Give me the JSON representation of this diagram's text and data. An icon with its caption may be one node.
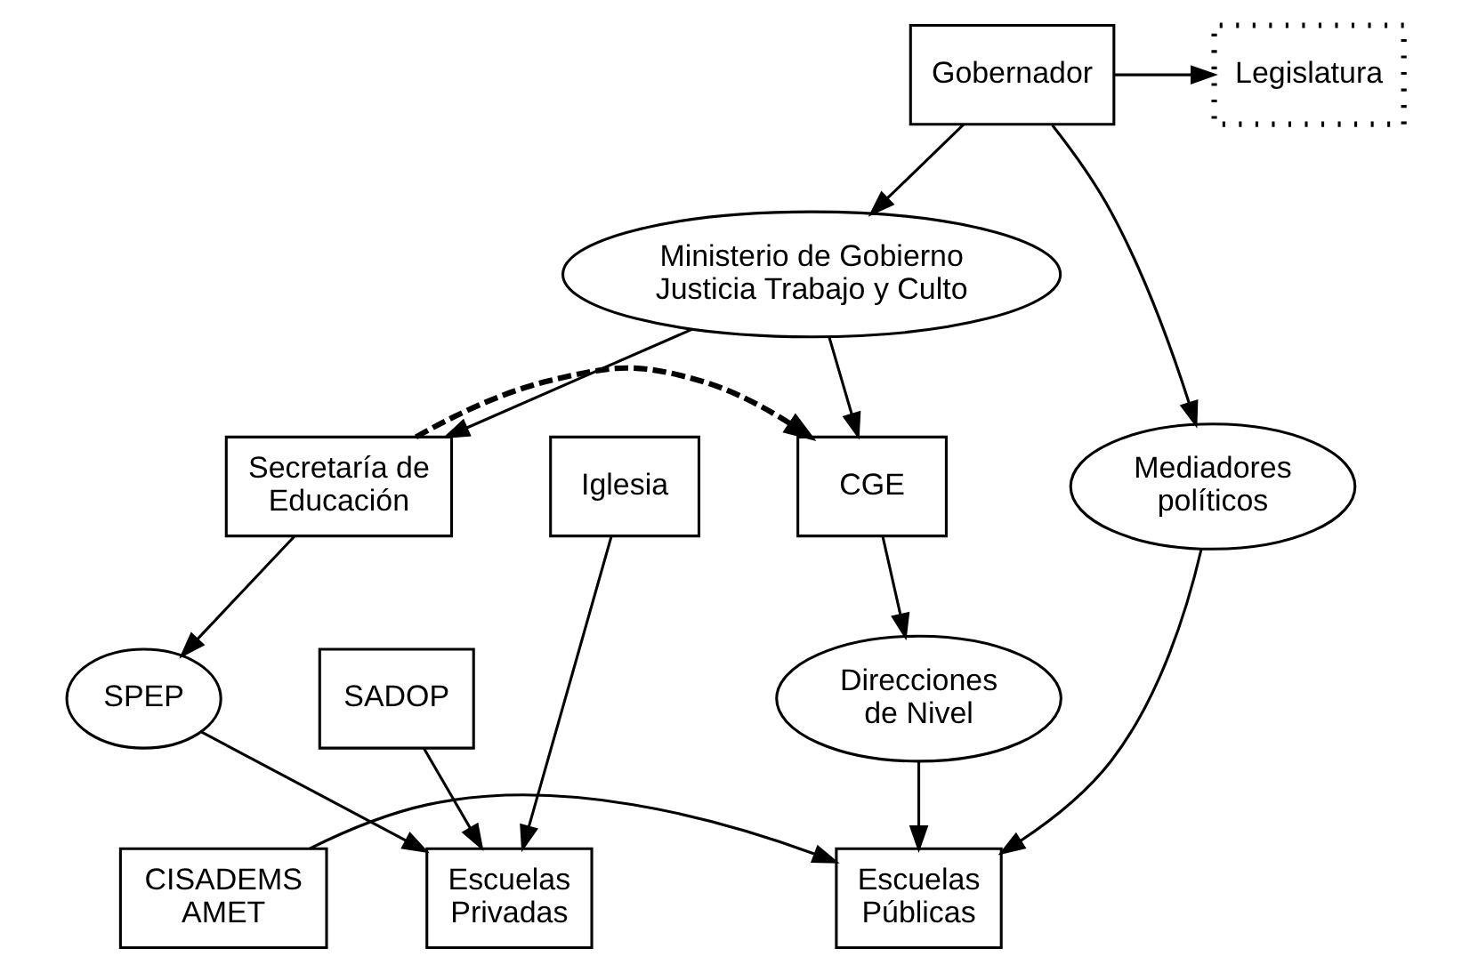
{
  "diagram": {
    "nodes": [
      {
        "text": [
          "Gobernador"
        ]
      },
      {
        "text": [
          "Legislatura"
        ]
      },
      {
        "text": [
          "Ministerio de Gobierno Justicia Trabajo y Culto"
        ]
      },
      {
        "text": [
          "Iglesia"
        ]
      },
      {
        "text": [
          "Mediadores políticos"
        ]
      },
      {
        "text": [
          "CGE"
        ]
      },
      {
        "text": [
          "Secretaría de Educación"
        ]
      },
      {
        "text": [
          "Direcciones de Nivel"
        ]
      },
      {
        "text": [
          "SPEP"
        ]
      },
      {
        "text": [
          "SADOP"
        ]
      },
      {
        "text": [
          "CISADEMS AMET"
        ]
      },
      {
        "text": [
          "Escuelas Públicas"
        ]
      },
      {
        "text": [
          "Escuelas Privadas"
        ]
      }
    ],
    "edges": [
      {
        "from": 0,
        "to": 1,
        "arrow": "to"
      },
      {
        "from": 0,
        "to": 2,
        "arrow": "to"
      },
      {
        "from": 0,
        "to": 4,
        "arrow": "to"
      },
      {
        "from": 2,
        "to": 5,
        "arrow": "to"
      },
      {
        "from": 2,
        "to": 6,
        "arrow": "to"
      },
      {
        "from": 6,
        "to": 5,
        "arrow": "to",
        "style": "dashed"
      },
      {
        "from": 5,
        "to": 7,
        "arrow": "to"
      },
      {
        "from": 7,
        "to": 11,
        "arrow": "to"
      },
      {
        "from": 4,
        "to": 11,
        "arrow": "to"
      },
      {
        "from": 10,
        "to": 11,
        "arrow": "to"
      },
      {
        "from": 6,
        "to": 8,
        "arrow": "to"
      },
      {
        "from": 8,
        "to": 12,
        "arrow": "to"
      },
      {
        "from": 3,
        "to": 12,
        "arrow": "to"
      },
      {
        "from": 9,
        "to": 12,
        "arrow": "to"
      }
    ]
  }
}
